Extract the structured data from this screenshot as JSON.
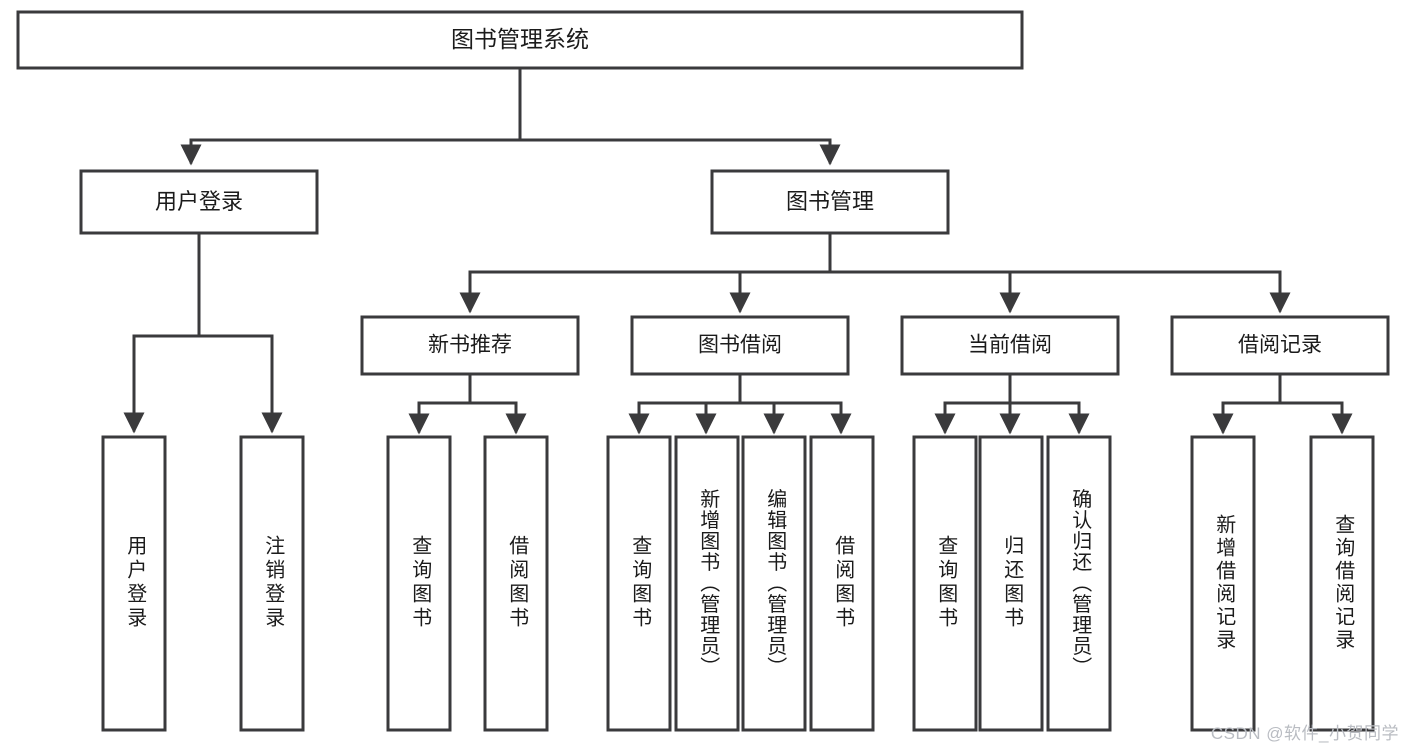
{
  "diagram": {
    "title": "图书管理系统",
    "type": "tree",
    "watermark": "CSDN @软件_小贺同学",
    "colors": {
      "stroke": "#3a3a3c",
      "fill": "#ffffff",
      "text": "#1b1b1b",
      "watermark": "#b9bcc2"
    },
    "levels": {
      "root": {
        "label": "图书管理系统"
      },
      "level2": [
        {
          "label": "用户登录"
        },
        {
          "label": "图书管理"
        }
      ],
      "level3": [
        {
          "label": "新书推荐"
        },
        {
          "label": "图书借阅"
        },
        {
          "label": "当前借阅"
        },
        {
          "label": "借阅记录"
        }
      ],
      "leaves": {
        "user_login": [
          {
            "label": "用户登录"
          },
          {
            "label": "注销登录"
          }
        ],
        "new_book_recommend": [
          {
            "label": "查询图书"
          },
          {
            "label": "借阅图书"
          }
        ],
        "book_borrow": [
          {
            "label": "查询图书"
          },
          {
            "label": "新增图书（管理员）"
          },
          {
            "label": "编辑图书（管理员）"
          },
          {
            "label": "借阅图书"
          }
        ],
        "current_borrow": [
          {
            "label": "查询图书"
          },
          {
            "label": "归还图书"
          },
          {
            "label": "确认归还（管理员）"
          }
        ],
        "borrow_record": [
          {
            "label": "新增借阅记录"
          },
          {
            "label": "查询借阅记录"
          }
        ]
      }
    }
  }
}
